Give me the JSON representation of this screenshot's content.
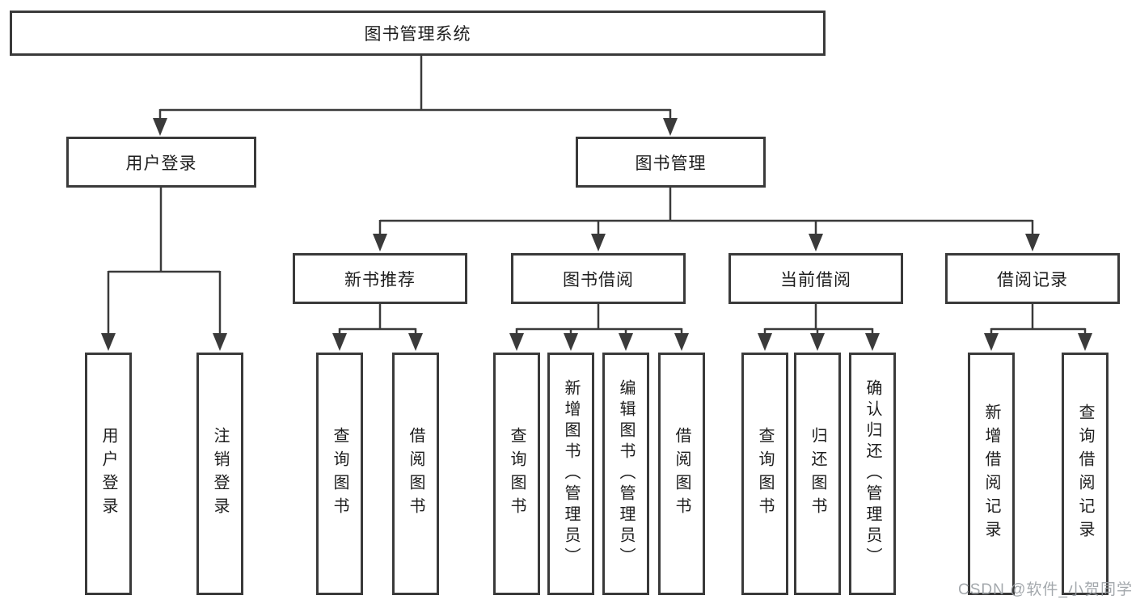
{
  "diagram": {
    "root": {
      "label": "图书管理系统"
    },
    "branches": [
      {
        "label": "用户登录",
        "children": [
          {
            "label": "用户登录"
          },
          {
            "label": "注销登录"
          }
        ]
      },
      {
        "label": "图书管理",
        "children": [
          {
            "label": "新书推荐",
            "children": [
              {
                "label": "查询图书"
              },
              {
                "label": "借阅图书"
              }
            ]
          },
          {
            "label": "图书借阅",
            "children": [
              {
                "label": "查询图书"
              },
              {
                "label": "新增图书（管理员）"
              },
              {
                "label": "编辑图书（管理员）"
              },
              {
                "label": "借阅图书"
              }
            ]
          },
          {
            "label": "当前借阅",
            "children": [
              {
                "label": "查询图书"
              },
              {
                "label": "归还图书"
              },
              {
                "label": "确认归还（管理员）"
              }
            ]
          },
          {
            "label": "借阅记录",
            "children": [
              {
                "label": "新增借阅记录"
              },
              {
                "label": "查询借阅记录"
              }
            ]
          }
        ]
      }
    ],
    "colors": {
      "border": "#3a3a3a",
      "text": "#1d1d1d",
      "watermark_text": "#9a9fa4",
      "background": "#ffffff"
    }
  },
  "watermark": {
    "text": "CSDN @软件_小贺同学"
  }
}
